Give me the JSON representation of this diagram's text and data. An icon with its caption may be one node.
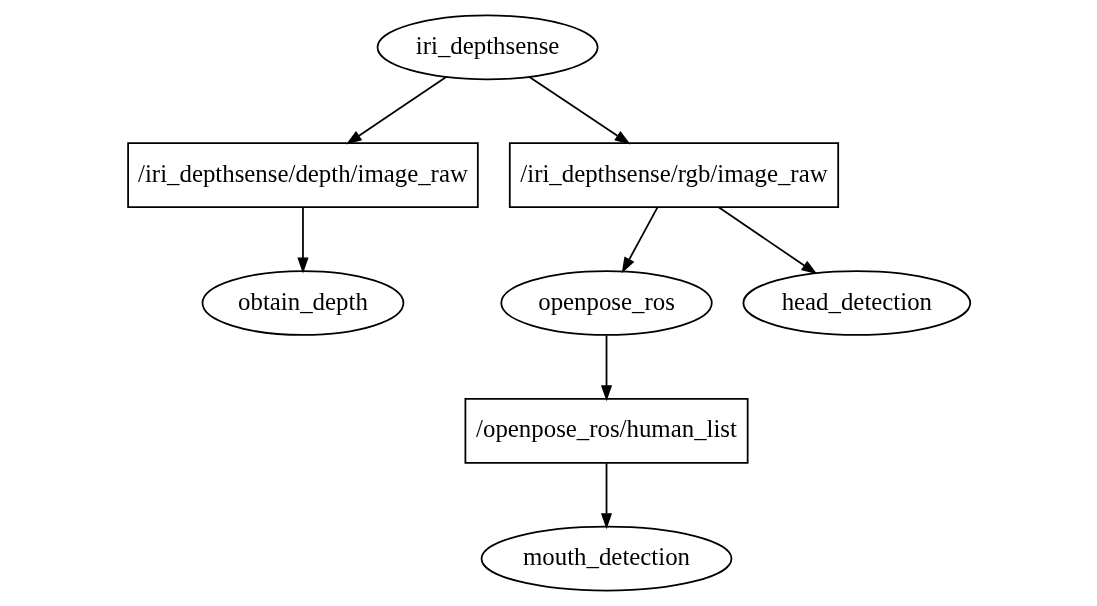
{
  "diagram": {
    "nodes": [
      {
        "text": [
          "iri_depthsense"
        ]
      },
      {
        "text": [
          "/iri_depthsense/depth/image_raw"
        ]
      },
      {
        "text": [
          "/iri_depthsense/rgb/image_raw"
        ]
      },
      {
        "text": [
          "obtain_depth"
        ]
      },
      {
        "text": [
          "openpose_ros"
        ]
      },
      {
        "text": [
          "head_detection"
        ]
      },
      {
        "text": [
          "/openpose_ros/human_list"
        ]
      },
      {
        "text": [
          "mouth_detection"
        ]
      }
    ],
    "edges": [
      {
        "from": 0,
        "to": 1,
        "arrow": "to"
      },
      {
        "from": 0,
        "to": 2,
        "arrow": "to"
      },
      {
        "from": 1,
        "to": 3,
        "arrow": "to"
      },
      {
        "from": 2,
        "to": 4,
        "arrow": "to"
      },
      {
        "from": 2,
        "to": 5,
        "arrow": "to"
      },
      {
        "from": 4,
        "to": 6,
        "arrow": "to"
      },
      {
        "from": 6,
        "to": 7,
        "arrow": "to"
      }
    ]
  }
}
